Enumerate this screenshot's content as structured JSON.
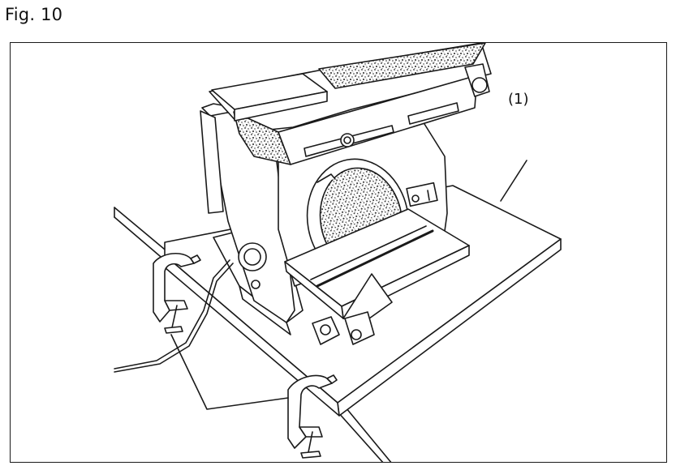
{
  "figure": {
    "title": "Fig. 10",
    "callout_label": "(1)"
  },
  "illustration": {
    "icon": "belt-disc-sander-clamped-to-workbench",
    "stroke_color": "#1a1a1a",
    "fill_color": "#ffffff"
  }
}
